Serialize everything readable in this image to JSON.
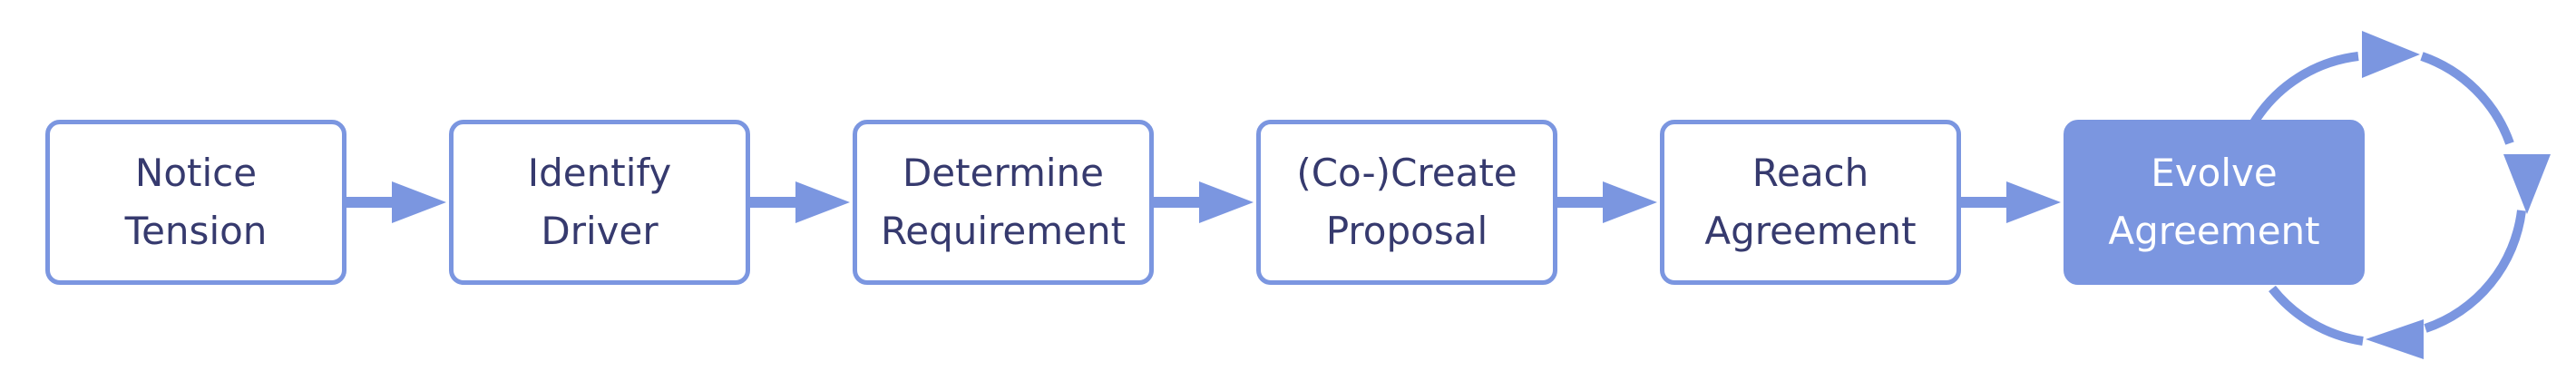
{
  "steps": [
    {
      "label": "Notice\nTension"
    },
    {
      "label": "Identify\nDriver"
    },
    {
      "label": "Determine\nRequirement"
    },
    {
      "label": "(Co-)Create\nProposal"
    },
    {
      "label": "Reach\nAgreement"
    },
    {
      "label": "Evolve\nAgreement",
      "active": true
    }
  ],
  "colors": {
    "accent": "#7b96e0",
    "text": "#363a6e",
    "active_text": "#ffffff",
    "background": "#ffffff"
  }
}
